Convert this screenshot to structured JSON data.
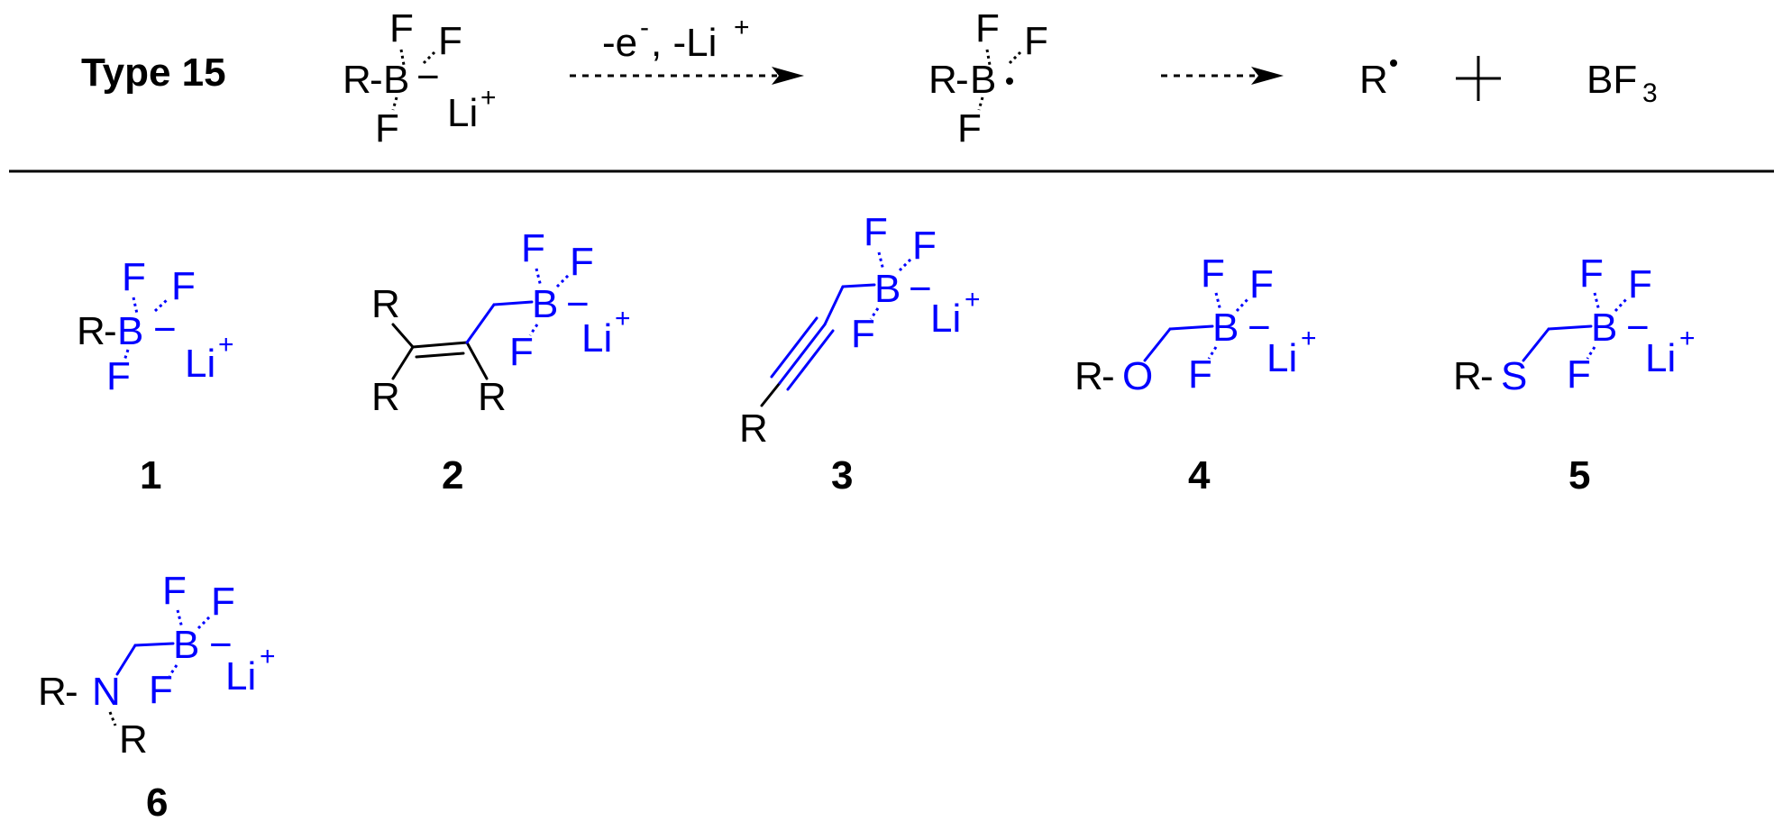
{
  "header": {
    "type_label": "Type 15",
    "arrow_label": "-e",
    "arrow_label_sup": "-",
    "arrow_label_sep": ", -Li",
    "arrow_label_sup2": "+",
    "plus": "+",
    "product_radical": "R",
    "product_bf3": "BF",
    "product_bf3_sub": "3"
  },
  "atoms": {
    "R": "R",
    "B": "B",
    "F": "F",
    "Li": "Li",
    "O": "O",
    "S": "S",
    "N": "N",
    "minus": "−",
    "plus": "+",
    "dash": "-"
  },
  "compounds": [
    {
      "number": "1"
    },
    {
      "number": "2"
    },
    {
      "number": "3"
    },
    {
      "number": "4"
    },
    {
      "number": "5"
    },
    {
      "number": "6"
    }
  ],
  "colors": {
    "highlight": "#0000ff",
    "text": "#000000"
  }
}
